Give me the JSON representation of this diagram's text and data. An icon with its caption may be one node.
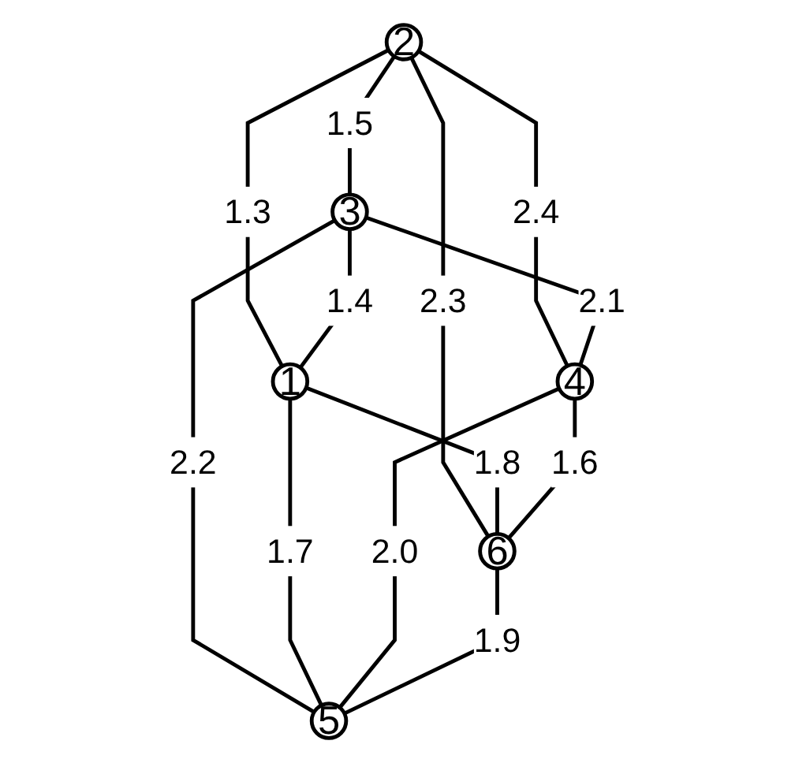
{
  "diagram": {
    "nodes": [
      {
        "text": [
          "2"
        ]
      },
      {
        "text": [
          "3"
        ]
      },
      {
        "text": [
          "1"
        ]
      },
      {
        "text": [
          "4"
        ]
      },
      {
        "text": [
          "6"
        ]
      },
      {
        "text": [
          "5"
        ]
      }
    ],
    "edges": [
      {
        "from": 0,
        "to": 1,
        "arrow": "none",
        "label": "1.5"
      },
      {
        "from": 0,
        "to": 2,
        "arrow": "none",
        "label": "1.3"
      },
      {
        "from": 1,
        "to": 2,
        "arrow": "none",
        "label": "1.4"
      },
      {
        "from": 0,
        "to": 3,
        "arrow": "none",
        "label": "2.4"
      },
      {
        "from": 1,
        "to": 3,
        "arrow": "none",
        "label": "2.1"
      },
      {
        "from": 0,
        "to": 4,
        "arrow": "none",
        "label": "2.3"
      },
      {
        "from": 1,
        "to": 5,
        "arrow": "none",
        "label": "2.2"
      },
      {
        "from": 2,
        "to": 4,
        "arrow": "none",
        "label": "1.8"
      },
      {
        "from": 2,
        "to": 5,
        "arrow": "none",
        "label": "1.7"
      },
      {
        "from": 3,
        "to": 4,
        "arrow": "none",
        "label": "1.6"
      },
      {
        "from": 3,
        "to": 5,
        "arrow": "none",
        "label": "2.0"
      },
      {
        "from": 4,
        "to": 5,
        "arrow": "none",
        "label": "1.9"
      }
    ]
  }
}
